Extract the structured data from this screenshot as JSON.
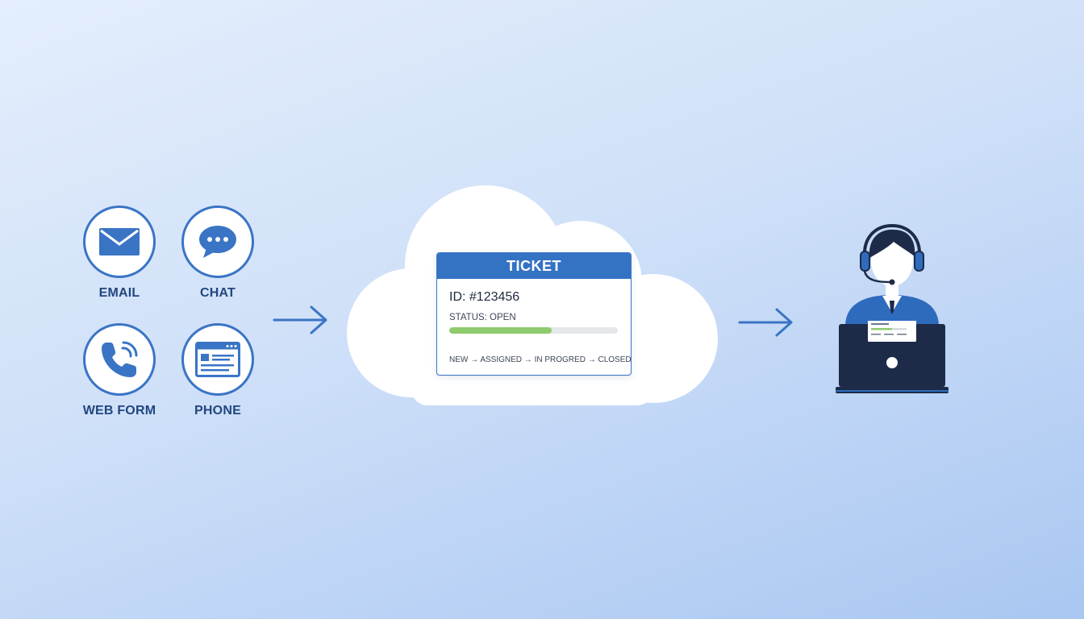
{
  "channels": [
    {
      "label": "EMAIL",
      "icon": "envelope-icon"
    },
    {
      "label": "CHAT",
      "icon": "chat-bubble-icon"
    },
    {
      "label": "WEB FORM",
      "icon": "phone-handset-icon"
    },
    {
      "label": "PHONE",
      "icon": "web-form-icon"
    }
  ],
  "ticket": {
    "title": "TICKET",
    "id": "ID: #123456",
    "status": "STATUS: OPEN",
    "progress": 0.61,
    "workflow": "NEW → ASSIGNED → IN PROGRED → CLOSED"
  },
  "colors": {
    "accent": "#3a74c5",
    "label_text": "#21467f",
    "progress_fill": "#8fcb6e",
    "agent_dark": "#1d2b48"
  }
}
